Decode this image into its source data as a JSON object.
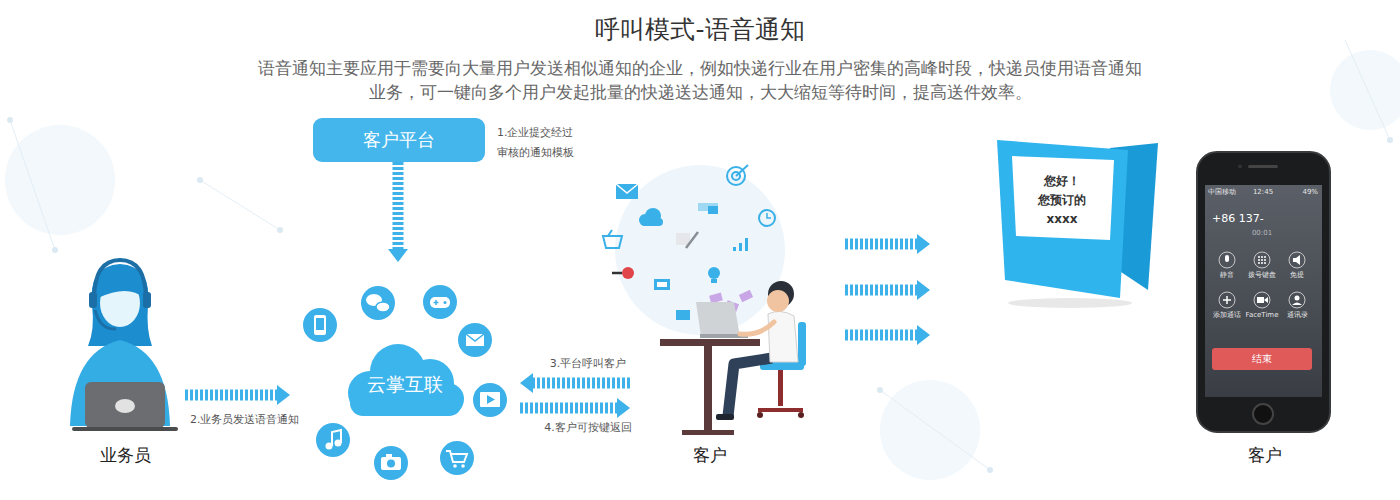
{
  "diagram": {
    "title": "呼叫模式-语音通知",
    "nodes": [
      {
        "text": [
          "客户平台"
        ]
      },
      {
        "text": [
          "业务员"
        ]
      },
      {
        "text": [
          "云掌互联"
        ]
      },
      {
        "text": [
          "客户"
        ]
      },
      {
        "text": [
          "您好！ 您预订的 xxxx"
        ]
      },
      {
        "text": [
          "客户"
        ]
      }
    ],
    "edges": [
      {
        "from": 0,
        "to": 2,
        "arrow": "to",
        "label": "1.企业提交经过审核的通知模板"
      },
      {
        "from": 1,
        "to": 2,
        "arrow": "to",
        "label": "2.业务员发送语音通知"
      },
      {
        "from": 3,
        "to": 2,
        "arrow": "to",
        "label": "3.平台呼叫客户"
      },
      {
        "from": 2,
        "to": 3,
        "arrow": "to",
        "label": "4.客户可按键返回"
      },
      {
        "from": 3,
        "to": 4,
        "arrow": "to"
      },
      {
        "from": 3,
        "to": 4,
        "arrow": "to"
      },
      {
        "from": 3,
        "to": 4,
        "arrow": "to"
      }
    ],
    "labels": [
      "语音通知主要应用于需要向大量用户发送相似通知的企业，例如快递行业在用户密集的高峰时段，快递员使用语音通知业务，可一键向多个用户发起批量的快递送达通知，大大缩短等待时间，提高送件效率。",
      "中国移动",
      "12:45",
      "49%",
      "+86 137-",
      "00:01",
      "静音",
      "拨号键盘",
      "免提",
      "添加通话",
      "FaceTime",
      "通讯录",
      "结束"
    ]
  }
}
